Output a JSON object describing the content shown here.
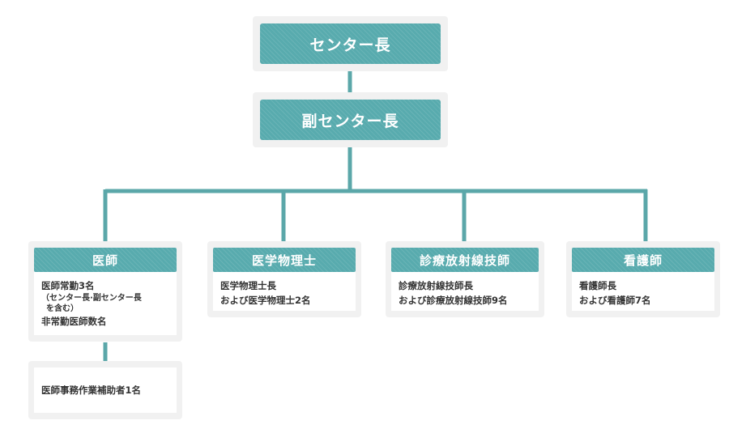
{
  "chart": {
    "director": "センター長",
    "deputy_director": "副センター長",
    "departments": [
      {
        "title": "医師",
        "lines": [
          "医師常勤3名",
          "（センター長·副センター長",
          "を含む）",
          "非常勤医師数名"
        ]
      },
      {
        "title": "医学物理士",
        "lines": [
          "医学物理士長",
          "および医学物理士2名"
        ]
      },
      {
        "title": "診療放射線技師",
        "lines": [
          "診療放射線技師長",
          "および診療放射線技師9名"
        ]
      },
      {
        "title": "看護師",
        "lines": [
          "看護師長",
          "および看護師7名"
        ]
      }
    ],
    "assistant": "医師事務作業補助者1名"
  },
  "colors": {
    "accent": "#58abae",
    "connector": "#5ba7a9",
    "frame": "#f1f1f1",
    "text": "#333333"
  }
}
